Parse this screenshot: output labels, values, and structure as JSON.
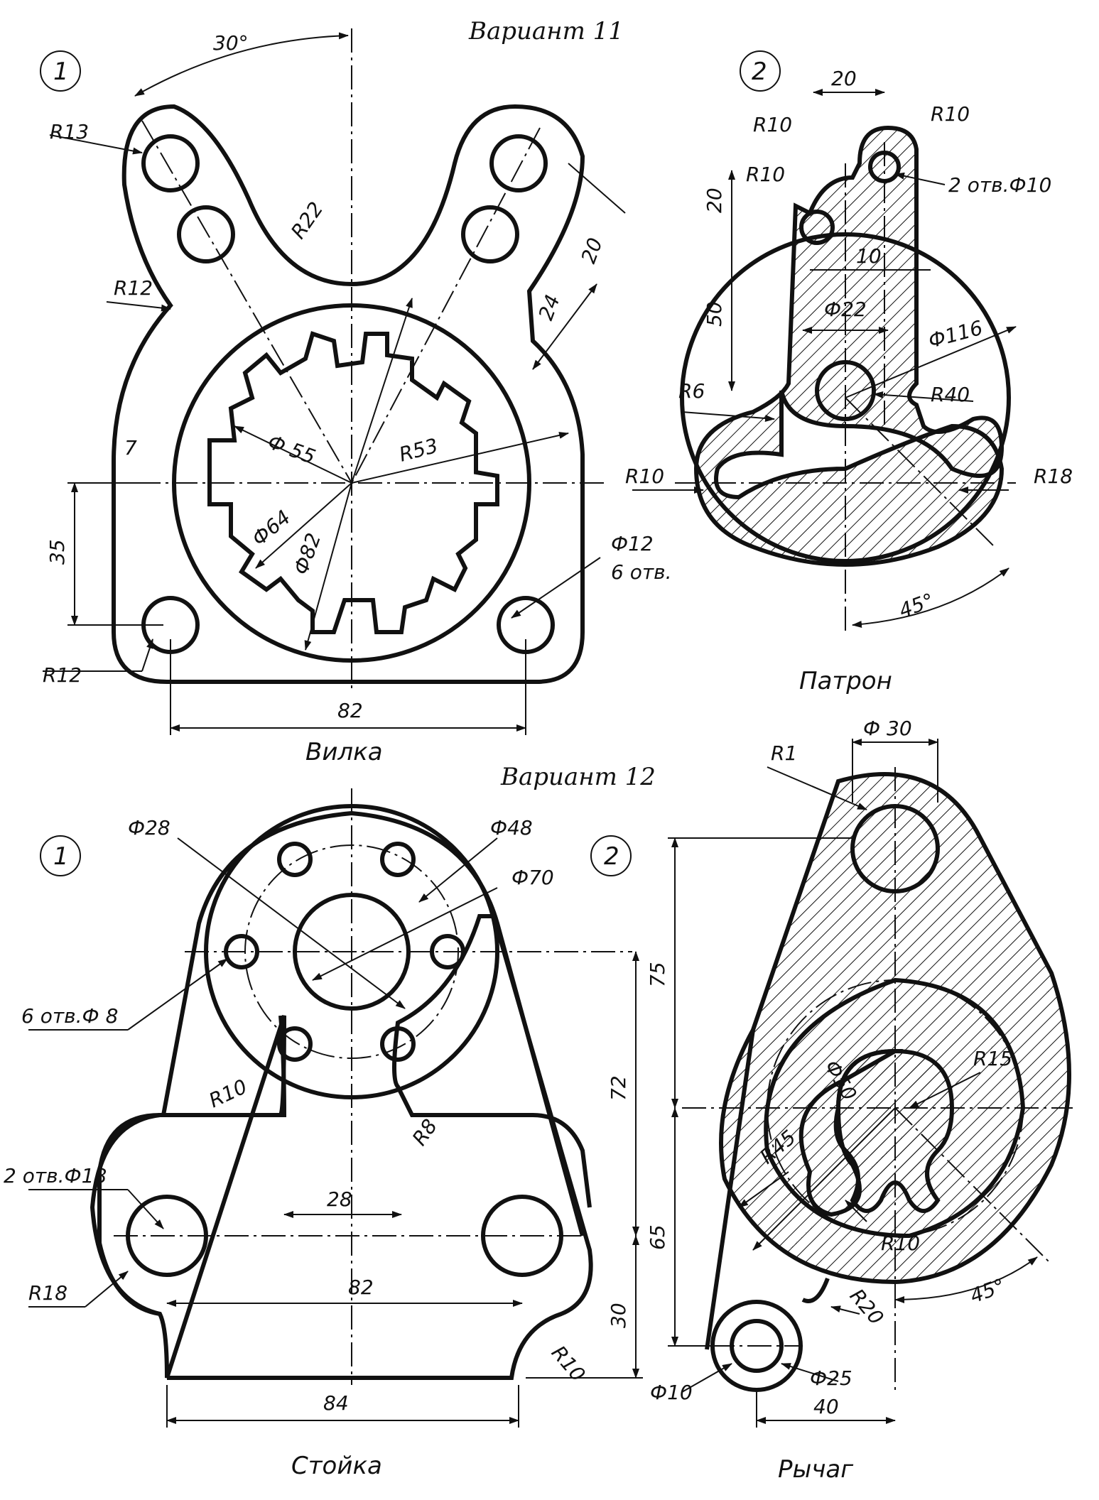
{
  "variants": [
    {
      "title": "Вариант 11",
      "parts": [
        {
          "number": "1",
          "caption": "Вилка",
          "dimensions": [
            "30°",
            "R13",
            "R22",
            "R12",
            "20",
            "24",
            "7",
            "Ф 55",
            "R53",
            "Ф64",
            "Ф82",
            "35",
            "Ф12",
            "6 отв.",
            "R12",
            "82"
          ]
        },
        {
          "number": "2",
          "caption": "Патрон",
          "dimensions": [
            "20",
            "R10",
            "R10",
            "R10",
            "2 отв.Ф10",
            "20",
            "10",
            "Ф22",
            "50",
            "Ф116",
            "R6",
            "R40",
            "R10",
            "R18",
            "45°"
          ]
        }
      ]
    },
    {
      "title": "Вариант 12",
      "parts": [
        {
          "number": "1",
          "caption": "Стойка",
          "dimensions": [
            "Ф28",
            "Ф48",
            "Ф70",
            "6 отв.Ф 8",
            "R10",
            "R8",
            "2 отв.Ф18",
            "28",
            "R18",
            "82",
            "72",
            "30",
            "R10",
            "84"
          ]
        },
        {
          "number": "2",
          "caption": "Рычаг",
          "dimensions": [
            "Ф 30",
            "R1",
            "75",
            "Ф50",
            "R15",
            "R45",
            "R10",
            "65",
            "R20",
            "45°",
            "Ф10",
            "Ф25",
            "40"
          ]
        }
      ]
    }
  ]
}
